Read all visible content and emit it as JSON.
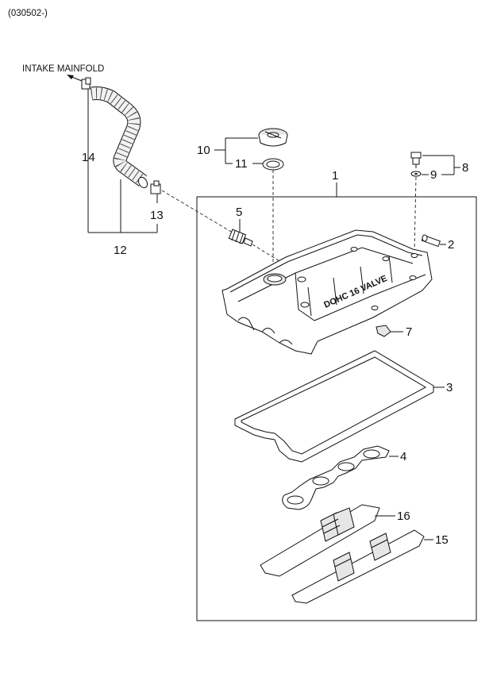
{
  "header": {
    "code": "(030502-)"
  },
  "callouts": {
    "intake": "INTAKE MAINFOLD",
    "c1": "1",
    "c2": "2",
    "c3": "3",
    "c4": "4",
    "c5": "5",
    "c7": "7",
    "c8": "8",
    "c9": "9",
    "c10": "10",
    "c11": "11",
    "c12": "12",
    "c13": "13",
    "c14": "14",
    "c15": "15",
    "c16": "16"
  },
  "cover_text": "DOHC 16 VALVE"
}
